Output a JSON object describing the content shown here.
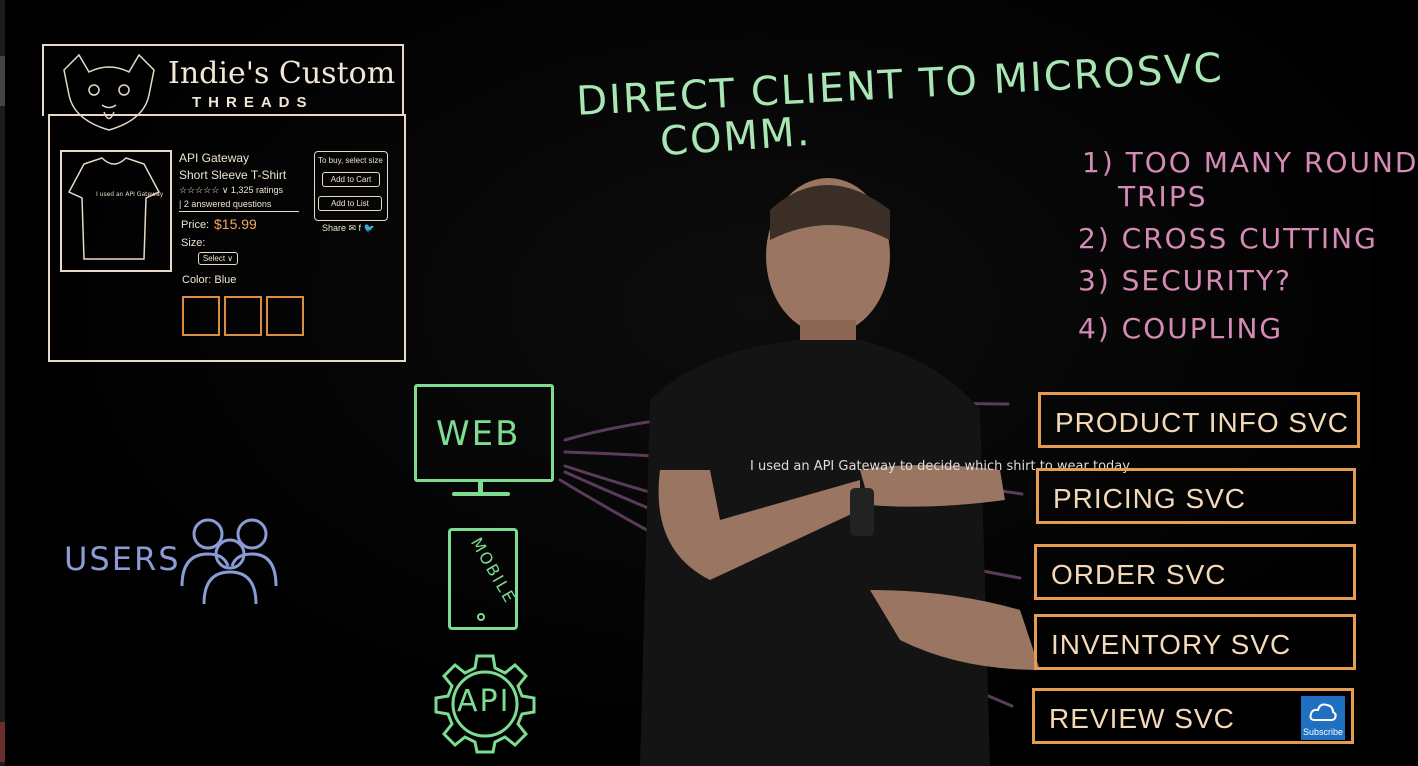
{
  "store": {
    "brand": "Indie's Custom",
    "sub": "THREADS",
    "product_title_1": "API Gateway",
    "product_title_2": "Short Sleeve T-Shirt",
    "ratings": "☆☆☆☆☆ ∨ 1,325 ratings",
    "questions": "| 2 answered questions",
    "price_label": "Price:",
    "price": "$15.99",
    "size_label": "Size:",
    "select": "Select ∨",
    "color_label": "Color: Blue",
    "buy_hint": "To buy, select size",
    "add_to_cart": "Add to Cart",
    "add_to_list": "Add to List",
    "share": "Share ✉ f 🐦",
    "shirt_text": "I used an API Gateway to decide which shirt to wear today"
  },
  "heading": {
    "line1": "DIRECT CLIENT TO MICROSVC",
    "line2": "COMM."
  },
  "issues": [
    {
      "text": "1) TOO MANY ROUND"
    },
    {
      "text": "TRIPS"
    },
    {
      "text": "2) CROSS CUTTING"
    },
    {
      "text": "3) SECURITY?"
    },
    {
      "text": "4) COUPLING"
    }
  ],
  "clients": {
    "web": "WEB",
    "mobile": "MOBILE",
    "api": "API"
  },
  "users_label": "USERS",
  "services": [
    {
      "label": "PRODUCT INFO SVC"
    },
    {
      "label": "PRICING SVC"
    },
    {
      "label": "ORDER SVC"
    },
    {
      "label": "INVENTORY SVC"
    },
    {
      "label": "REVIEW SVC"
    }
  ],
  "presenter_shirt": "I used an API Gateway to decide which shirt to wear today",
  "subscribe_label": "Subscribe",
  "colors": {
    "green": "#7ddb92",
    "orange": "#e79b52",
    "pink": "#d68ab6",
    "blue": "#8a9bd6"
  }
}
